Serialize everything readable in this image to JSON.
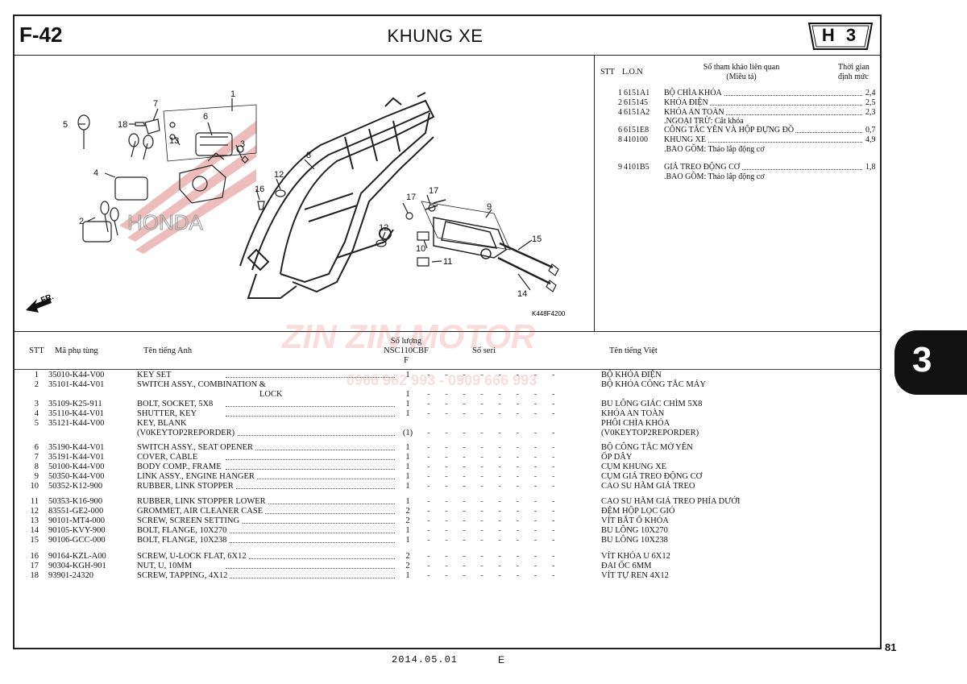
{
  "header": {
    "figure_code": "F-42",
    "title": "KHUNG XE",
    "section_code": "H 3"
  },
  "reference": {
    "col_stt": "STT",
    "col_lon": "L.O.N",
    "col_ref_line1": "Số tham khảo liên quan",
    "col_ref_line2": "(Miêu tả)",
    "col_time_line1": "Thời gian",
    "col_time_line2": "định mức",
    "rows": [
      {
        "stt": "1",
        "lon": "6151A1",
        "desc": "BỘ CHÌA KHÓA",
        "time": "2,4"
      },
      {
        "stt": "2",
        "lon": "615145",
        "desc": "KHÓA ĐIỆN",
        "time": "2,5"
      },
      {
        "stt": "4",
        "lon": "6151A2",
        "desc": "KHÓA AN TOÀN",
        "time": "2,3"
      },
      {
        "stt": "",
        "lon": "",
        "desc": ".NGOẠI TRỪ: Cắt khóa",
        "time": ""
      },
      {
        "stt": "6",
        "lon": "6151E8",
        "desc": "CÔNG TẮC YÊN VÀ HỘP ĐỰNG ĐỒ",
        "time": "0,7"
      },
      {
        "stt": "8",
        "lon": "410100",
        "desc": "KHUNG XE",
        "time": "4,9"
      },
      {
        "stt": "",
        "lon": "",
        "desc": ".BAO GỒM: Tháo lắp động cơ",
        "time": ""
      },
      {
        "stt": "9",
        "lon": "4101B5",
        "desc": "GIÁ TREO ĐỘNG CƠ",
        "time": "1,8"
      },
      {
        "stt": "",
        "lon": "",
        "desc": ".BAO GỒM: Tháo lắp động cơ",
        "time": ""
      }
    ]
  },
  "drawing": {
    "drawing_code": "K448F4200",
    "front_label": "FR.",
    "brand_text": "HONDA",
    "callouts": [
      "1",
      "2",
      "3",
      "4",
      "5",
      "6",
      "7",
      "8",
      "9",
      "10",
      "11",
      "12",
      "12",
      "13",
      "14",
      "15",
      "16",
      "17",
      "17",
      "18"
    ]
  },
  "parts_table": {
    "col_stt": "STT",
    "col_part_no": "Mã phụ tùng",
    "col_name_en": "Tên tiếng Anh",
    "col_qty_line1": "Số lượng",
    "col_qty_line2": "NSC110CBF",
    "col_qty_line3": "F",
    "col_serial": "Số seri",
    "col_name_vi": "Tên tiếng Việt",
    "rows": [
      {
        "stt": "1",
        "part": "35010-K44-V00",
        "en": "KEY SET",
        "qty": "1",
        "vi": "BỘ KHÓA ĐIỆN"
      },
      {
        "stt": "2",
        "part": "35101-K44-V01",
        "en": "SWITCH ASSY., COMBINATION &",
        "qty": "",
        "vi": "BỘ KHÓA CÔNG TẮC MÁY"
      },
      {
        "stt": "",
        "part": "",
        "en": "LOCK",
        "qty": "1",
        "vi": ""
      },
      {
        "stt": "3",
        "part": "35109-K25-911",
        "en": "BOLT, SOCKET, 5X8",
        "qty": "1",
        "vi": "BU LÔNG GIÁC CHÌM 5X8"
      },
      {
        "stt": "4",
        "part": "35110-K44-V01",
        "en": "SHUTTER, KEY",
        "qty": "1",
        "vi": "KHÓA AN TOÀN"
      },
      {
        "stt": "5",
        "part": "35121-K44-V00",
        "en": "KEY, BLANK",
        "qty": "",
        "vi": "PHÔI CHÌA KHÓA"
      },
      {
        "stt": "",
        "part": "",
        "en": "(V0KEYTOP2REPORDER)",
        "qty": "(1)",
        "vi": "(V0KEYTOP2REPORDER)"
      },
      {
        "stt": "6",
        "part": "35190-K44-V01",
        "en": "SWITCH ASSY., SEAT OPENER",
        "qty": "1",
        "vi": "BỘ CÔNG TẮC MỞ YÊN"
      },
      {
        "stt": "7",
        "part": "35191-K44-V01",
        "en": "COVER, CABLE",
        "qty": "1",
        "vi": "ỐP DÂY"
      },
      {
        "stt": "8",
        "part": "50100-K44-V00",
        "en": "BODY COMP., FRAME",
        "qty": "1",
        "vi": "CỤM KHUNG XE"
      },
      {
        "stt": "9",
        "part": "50350-K44-V00",
        "en": "LINK ASSY., ENGINE HANGER",
        "qty": "1",
        "vi": "CỤM GIÁ TREO ĐỘNG CƠ"
      },
      {
        "stt": "10",
        "part": "50352-K12-900",
        "en": "RUBBER, LINK STOPPER",
        "qty": "1",
        "vi": "CAO SU HÃM GIÁ TREO"
      },
      {
        "stt": "11",
        "part": "50353-K16-900",
        "en": "RUBBER, LINK STOPPER LOWER",
        "qty": "1",
        "vi": "CAO SU HÃM GIÁ TREO PHÍA DƯỚI"
      },
      {
        "stt": "12",
        "part": "83551-GE2-000",
        "en": "GROMMET, AIR CLEANER CASE",
        "qty": "2",
        "vi": "ĐỆM HỘP LỌC GIÓ"
      },
      {
        "stt": "13",
        "part": "90101-MT4-000",
        "en": "SCREW, SCREEN SETTING",
        "qty": "2",
        "vi": "VÍT BẮT Ổ KHÓA"
      },
      {
        "stt": "14",
        "part": "90105-KVY-900",
        "en": "BOLT, FLANGE, 10X270",
        "qty": "1",
        "vi": "BU LÔNG 10X270"
      },
      {
        "stt": "15",
        "part": "90106-GCC-000",
        "en": "BOLT, FLANGE, 10X238",
        "qty": "1",
        "vi": "BU LÔNG 10X238"
      },
      {
        "stt": "16",
        "part": "90164-KZL-A00",
        "en": "SCREW, U-LOCK FLAT, 6X12",
        "qty": "2",
        "vi": "VÍT KHÓA U 6X12"
      },
      {
        "stt": "17",
        "part": "90304-KGH-901",
        "en": "NUT, U, 10MM",
        "qty": "2",
        "vi": "ĐAI ỐC 6MM"
      },
      {
        "stt": "18",
        "part": "93901-24320",
        "en": "SCREW, TAPPING, 4X12",
        "qty": "1",
        "vi": "VÍT TỰ REN 4X12"
      }
    ]
  },
  "watermark": {
    "brand": "ZIN ZIN MOTOR",
    "phones": "0966 962 993 - 0909 666 993"
  },
  "section_tab": "3",
  "page_number": "81",
  "footer": {
    "date": "2014.05.01",
    "edition": "E"
  }
}
